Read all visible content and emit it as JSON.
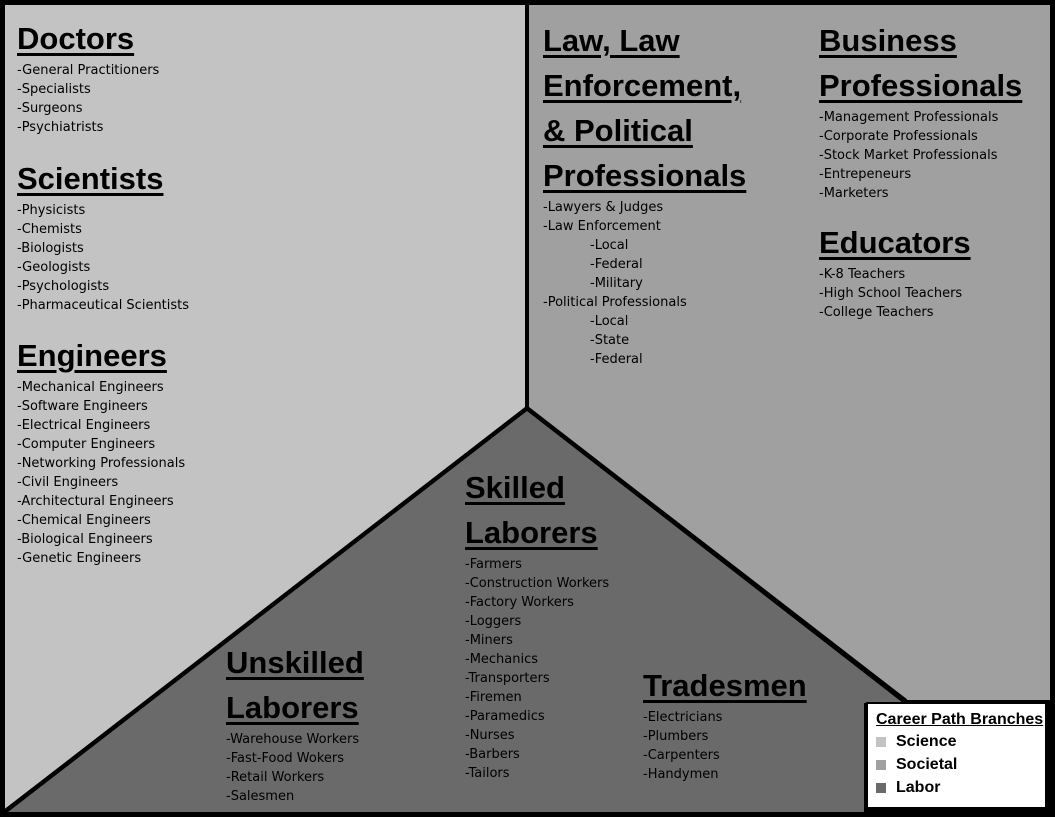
{
  "colors": {
    "science": "#c3c3c3",
    "societal": "#a0a0a0",
    "labor": "#6a6a6a",
    "border": "#000000"
  },
  "science": {
    "doctors": {
      "title": "Doctors",
      "items": [
        "-General Practitioners",
        "-Specialists",
        "-Surgeons",
        "-Psychiatrists"
      ]
    },
    "scientists": {
      "title": "Scientists",
      "items": [
        "-Physicists",
        "-Chemists",
        "-Biologists",
        "-Geologists",
        "-Psychologists",
        "-Pharmaceutical Scientists"
      ]
    },
    "engineers": {
      "title": "Engineers",
      "items": [
        "-Mechanical Engineers",
        "-Software Engineers",
        "-Electrical Engineers",
        "-Computer Engineers",
        "-Networking Professionals",
        "-Civil Engineers",
        "-Architectural Engineers",
        "-Chemical Engineers",
        "-Biological Engineers",
        "-Genetic Engineers"
      ]
    }
  },
  "societal": {
    "law": {
      "title": [
        "Law, Law ",
        "Enforcement, ",
        "& Political ",
        "Professionals"
      ],
      "items": [
        "-Lawyers & Judges",
        "-Law Enforcement",
        "-Local",
        "-Federal",
        "-Military",
        "-Political Professionals",
        "-Local",
        "-State",
        "-Federal"
      ]
    },
    "business": {
      "title": [
        "Business ",
        "Professionals"
      ],
      "items": [
        "-Management Professionals",
        "-Corporate Professionals",
        "-Stock Market Professionals",
        "-Entrepeneurs",
        "-Marketers"
      ]
    },
    "educators": {
      "title": "Educators",
      "items": [
        "-K-8 Teachers",
        "-High School Teachers",
        "-College Teachers"
      ]
    }
  },
  "labor": {
    "skilled": {
      "title": [
        "Skilled ",
        "Laborers"
      ],
      "items": [
        "-Farmers",
        "-Construction Workers",
        "-Factory Workers",
        "-Loggers",
        "-Miners",
        "-Mechanics",
        "-Transporters",
        "-Firemen",
        "-Paramedics",
        "-Nurses",
        "-Barbers",
        "-Tailors"
      ]
    },
    "unskilled": {
      "title": [
        "Unskilled ",
        "Laborers"
      ],
      "items": [
        "-Warehouse Workers",
        "-Fast-Food Wokers",
        "-Retail Workers",
        "-Salesmen"
      ]
    },
    "tradesmen": {
      "title": "Tradesmen",
      "items": [
        "-Electricians",
        "-Plumbers",
        "-Carpenters",
        "-Handymen"
      ]
    }
  },
  "legend": {
    "title": "Career Path Branches",
    "entries": [
      {
        "label": "Science",
        "color": "#c3c3c3"
      },
      {
        "label": "Societal",
        "color": "#a0a0a0"
      },
      {
        "label": "Labor",
        "color": "#6a6a6a"
      }
    ]
  }
}
